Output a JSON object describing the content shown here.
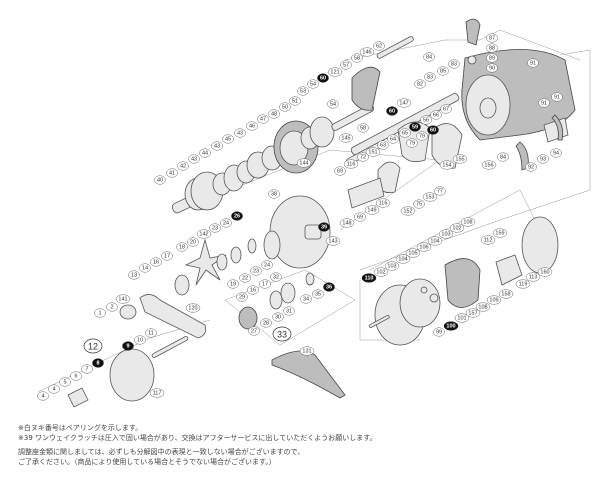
{
  "diagram": {
    "labels": [
      {
        "num": "121",
        "bearing": false
      },
      {
        "num": "57",
        "bearing": false
      },
      {
        "num": "60",
        "bearing": true
      },
      {
        "num": "54",
        "bearing": false
      },
      {
        "num": "53",
        "bearing": false
      },
      {
        "num": "54",
        "bearing": false
      },
      {
        "num": "51",
        "bearing": false
      },
      {
        "num": "50",
        "bearing": false
      },
      {
        "num": "48",
        "bearing": false
      },
      {
        "num": "47",
        "bearing": false
      },
      {
        "num": "46",
        "bearing": false
      },
      {
        "num": "43",
        "bearing": false
      },
      {
        "num": "45",
        "bearing": false
      },
      {
        "num": "43",
        "bearing": false
      },
      {
        "num": "44",
        "bearing": false
      },
      {
        "num": "43",
        "bearing": false
      },
      {
        "num": "42",
        "bearing": false
      },
      {
        "num": "41",
        "bearing": false
      },
      {
        "num": "40",
        "bearing": false
      },
      {
        "num": "145",
        "bearing": false
      },
      {
        "num": "144",
        "bearing": false
      },
      {
        "num": "116",
        "bearing": false
      },
      {
        "num": "69",
        "bearing": false
      },
      {
        "num": "38",
        "bearing": false
      },
      {
        "num": "62",
        "bearing": false
      },
      {
        "num": "146",
        "bearing": false
      },
      {
        "num": "58",
        "bearing": false
      },
      {
        "num": "87",
        "bearing": false
      },
      {
        "num": "88",
        "bearing": false
      },
      {
        "num": "89",
        "bearing": false
      },
      {
        "num": "90",
        "bearing": false
      },
      {
        "num": "84",
        "bearing": false
      },
      {
        "num": "83",
        "bearing": false
      },
      {
        "num": "85",
        "bearing": false
      },
      {
        "num": "83",
        "bearing": false
      },
      {
        "num": "82",
        "bearing": false
      },
      {
        "num": "91",
        "bearing": false
      },
      {
        "num": "91",
        "bearing": false
      },
      {
        "num": "91",
        "bearing": false
      },
      {
        "num": "147",
        "bearing": false
      },
      {
        "num": "60",
        "bearing": true
      },
      {
        "num": "67",
        "bearing": false
      },
      {
        "num": "66",
        "bearing": false
      },
      {
        "num": "56",
        "bearing": false
      },
      {
        "num": "58",
        "bearing": false
      },
      {
        "num": "59",
        "bearing": true
      },
      {
        "num": "60",
        "bearing": true
      },
      {
        "num": "64",
        "bearing": false
      },
      {
        "num": "65",
        "bearing": false
      },
      {
        "num": "79",
        "bearing": false
      },
      {
        "num": "79",
        "bearing": false
      },
      {
        "num": "63",
        "bearing": false
      },
      {
        "num": "72",
        "bearing": false
      },
      {
        "num": "151",
        "bearing": false
      },
      {
        "num": "154",
        "bearing": false
      },
      {
        "num": "155",
        "bearing": false
      },
      {
        "num": "156",
        "bearing": false
      },
      {
        "num": "84",
        "bearing": false
      },
      {
        "num": "92",
        "bearing": false
      },
      {
        "num": "93",
        "bearing": false
      },
      {
        "num": "94",
        "bearing": false
      },
      {
        "num": "77",
        "bearing": false
      },
      {
        "num": "153",
        "bearing": false
      },
      {
        "num": "75",
        "bearing": false
      },
      {
        "num": "152",
        "bearing": false
      },
      {
        "num": "116",
        "bearing": false
      },
      {
        "num": "149",
        "bearing": false
      },
      {
        "num": "69",
        "bearing": false
      },
      {
        "num": "148",
        "bearing": false
      },
      {
        "num": "26",
        "bearing": true
      },
      {
        "num": "24",
        "bearing": false
      },
      {
        "num": "23",
        "bearing": false
      },
      {
        "num": "142",
        "bearing": false
      },
      {
        "num": "20",
        "bearing": false
      },
      {
        "num": "18",
        "bearing": false
      },
      {
        "num": "17",
        "bearing": false
      },
      {
        "num": "16",
        "bearing": false
      },
      {
        "num": "14",
        "bearing": false
      },
      {
        "num": "13",
        "bearing": false
      },
      {
        "num": "141",
        "bearing": false
      },
      {
        "num": "2",
        "bearing": false
      },
      {
        "num": "1",
        "bearing": false
      },
      {
        "num": "39",
        "bearing": true
      },
      {
        "num": "143",
        "bearing": false
      },
      {
        "num": "24",
        "bearing": false
      },
      {
        "num": "23",
        "bearing": false
      },
      {
        "num": "22",
        "bearing": false
      },
      {
        "num": "19",
        "bearing": false
      },
      {
        "num": "120",
        "bearing": false
      },
      {
        "num": "32",
        "bearing": false
      },
      {
        "num": "17",
        "bearing": false
      },
      {
        "num": "16",
        "bearing": false
      },
      {
        "num": "29",
        "bearing": false
      },
      {
        "num": "36",
        "bearing": true
      },
      {
        "num": "35",
        "bearing": false
      },
      {
        "num": "34",
        "bearing": false
      },
      {
        "num": "31",
        "bearing": false
      },
      {
        "num": "30",
        "bearing": false
      },
      {
        "num": "28",
        "bearing": false
      },
      {
        "num": "27",
        "bearing": false
      },
      {
        "num": "33",
        "bearing": false,
        "group": true
      },
      {
        "num": "11",
        "bearing": false
      },
      {
        "num": "10",
        "bearing": false
      },
      {
        "num": "12",
        "bearing": false,
        "group": true
      },
      {
        "num": "9",
        "bearing": true
      },
      {
        "num": "8",
        "bearing": true
      },
      {
        "num": "7",
        "bearing": false
      },
      {
        "num": "6",
        "bearing": false
      },
      {
        "num": "5",
        "bearing": false
      },
      {
        "num": "4",
        "bearing": false
      },
      {
        "num": "4",
        "bearing": false
      },
      {
        "num": "117",
        "bearing": false
      },
      {
        "num": "131",
        "bearing": false
      },
      {
        "num": "108",
        "bearing": false
      },
      {
        "num": "102",
        "bearing": false
      },
      {
        "num": "103",
        "bearing": false
      },
      {
        "num": "104",
        "bearing": false
      },
      {
        "num": "106",
        "bearing": false
      },
      {
        "num": "105",
        "bearing": false
      },
      {
        "num": "104",
        "bearing": false
      },
      {
        "num": "103",
        "bearing": false
      },
      {
        "num": "102",
        "bearing": false
      },
      {
        "num": "110",
        "bearing": true
      },
      {
        "num": "112",
        "bearing": false
      },
      {
        "num": "159",
        "bearing": false
      },
      {
        "num": "160",
        "bearing": false
      },
      {
        "num": "113",
        "bearing": false
      },
      {
        "num": "119",
        "bearing": false
      },
      {
        "num": "158",
        "bearing": false
      },
      {
        "num": "109",
        "bearing": false
      },
      {
        "num": "108",
        "bearing": false
      },
      {
        "num": "157",
        "bearing": false
      },
      {
        "num": "101",
        "bearing": false
      },
      {
        "num": "100",
        "bearing": true
      },
      {
        "num": "99",
        "bearing": false
      }
    ]
  },
  "notes": {
    "line1": "※白ヌキ番号はベアリングを示します。",
    "line2": "※39 ワンウェイクラッチは圧入で固い場合があり、交換はアフターサービスに出していただくようお願いします。",
    "line3": "調整座金類に関しましては、必ずしも分解図中の表現と一致しない場合がございますので、",
    "line4": "ご了承ください。（商品により使用している場合とそうでない場合がございます。）"
  }
}
